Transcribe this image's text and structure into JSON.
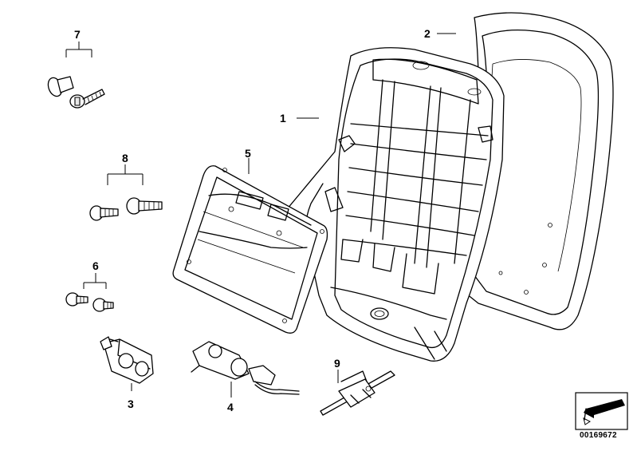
{
  "diagram": {
    "callouts": [
      {
        "id": "c1",
        "text": "1"
      },
      {
        "id": "c2",
        "text": "2"
      },
      {
        "id": "c3",
        "text": "3"
      },
      {
        "id": "c4",
        "text": "4"
      },
      {
        "id": "c5",
        "text": "5"
      },
      {
        "id": "c6",
        "text": "6"
      },
      {
        "id": "c7",
        "text": "7"
      },
      {
        "id": "c8",
        "text": "8"
      },
      {
        "id": "c9",
        "text": "9"
      }
    ],
    "document_number": "00169672"
  }
}
